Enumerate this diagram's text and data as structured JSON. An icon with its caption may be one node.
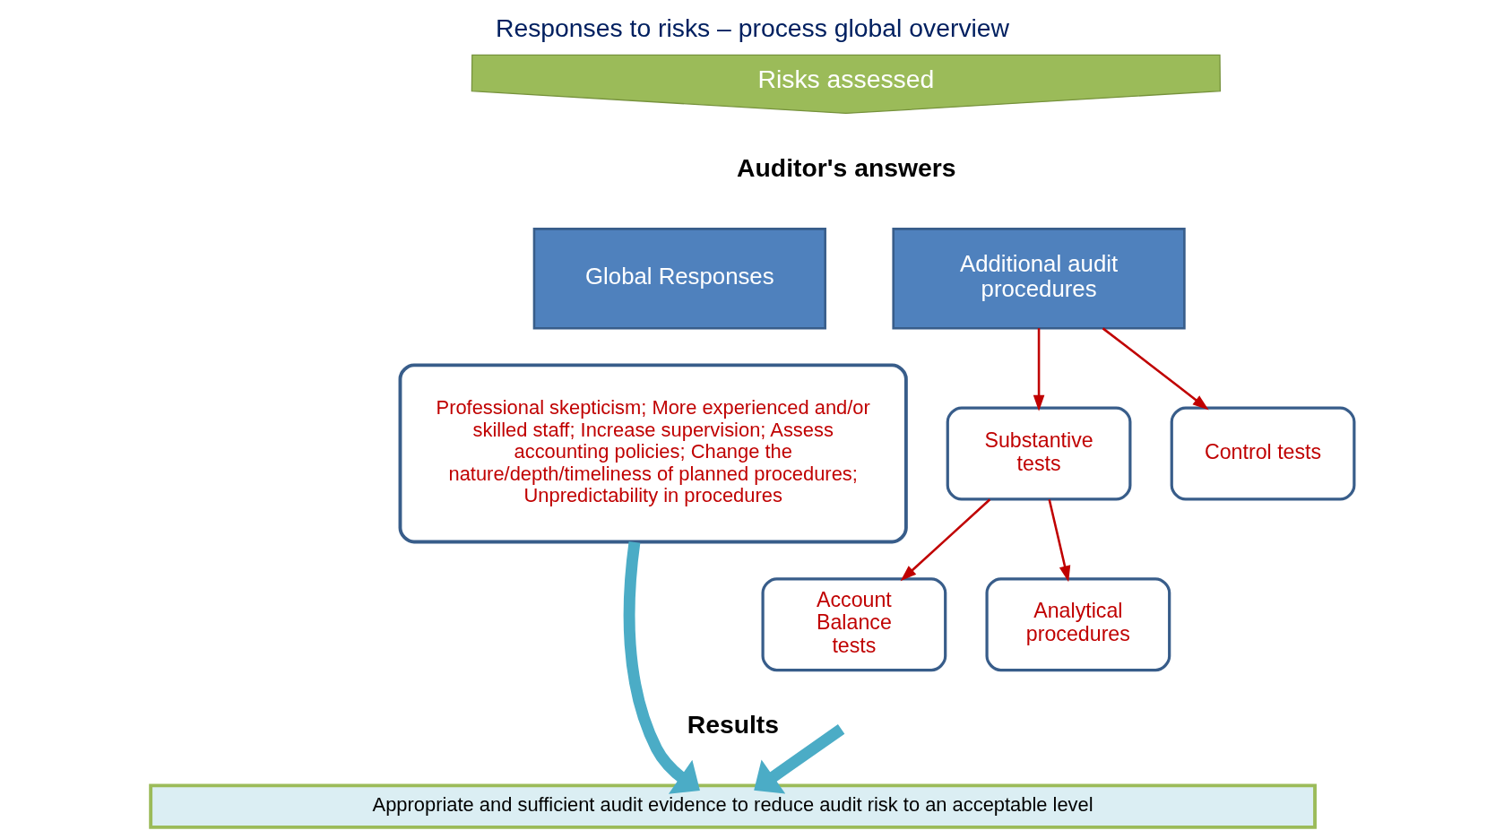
{
  "diagram": {
    "title": "Responses to risks – process global overview",
    "nodes": [
      {
        "text": [
          "Risks assessed"
        ]
      },
      {
        "text": [
          "Global Responses"
        ]
      },
      {
        "text": [
          "Additional audit procedures"
        ]
      },
      {
        "text": [
          "Professional skepticism; More experienced and/or skilled staff; Increase supervision; Assess accounting policies; Change the nature/depth/timeliness of planned procedures; Unpredictability in procedures"
        ]
      },
      {
        "text": [
          "Substantive tests"
        ]
      },
      {
        "text": [
          "Control tests"
        ]
      },
      {
        "text": [
          "Account Balance tests"
        ]
      },
      {
        "text": [
          "Analytical procedures"
        ]
      },
      {
        "text": [
          "Appropriate and sufficient audit evidence to reduce audit risk to an acceptable level"
        ]
      }
    ],
    "edges": [
      {
        "from": 2,
        "to": 4,
        "arrow": "to",
        "color": "#c00000"
      },
      {
        "from": 2,
        "to": 5,
        "arrow": "to",
        "color": "#c00000"
      },
      {
        "from": 4,
        "to": 6,
        "arrow": "to",
        "color": "#c00000"
      },
      {
        "from": 4,
        "to": 7,
        "arrow": "to",
        "color": "#c00000"
      },
      {
        "from": 3,
        "to": 8,
        "arrow": "to",
        "style": "thick",
        "color": "#4bacc6"
      },
      {
        "from": null,
        "to": 8,
        "arrow": "to",
        "style": "thick",
        "color": "#4bacc6"
      }
    ],
    "labels": [
      "Auditor's answers",
      "Results"
    ]
  }
}
